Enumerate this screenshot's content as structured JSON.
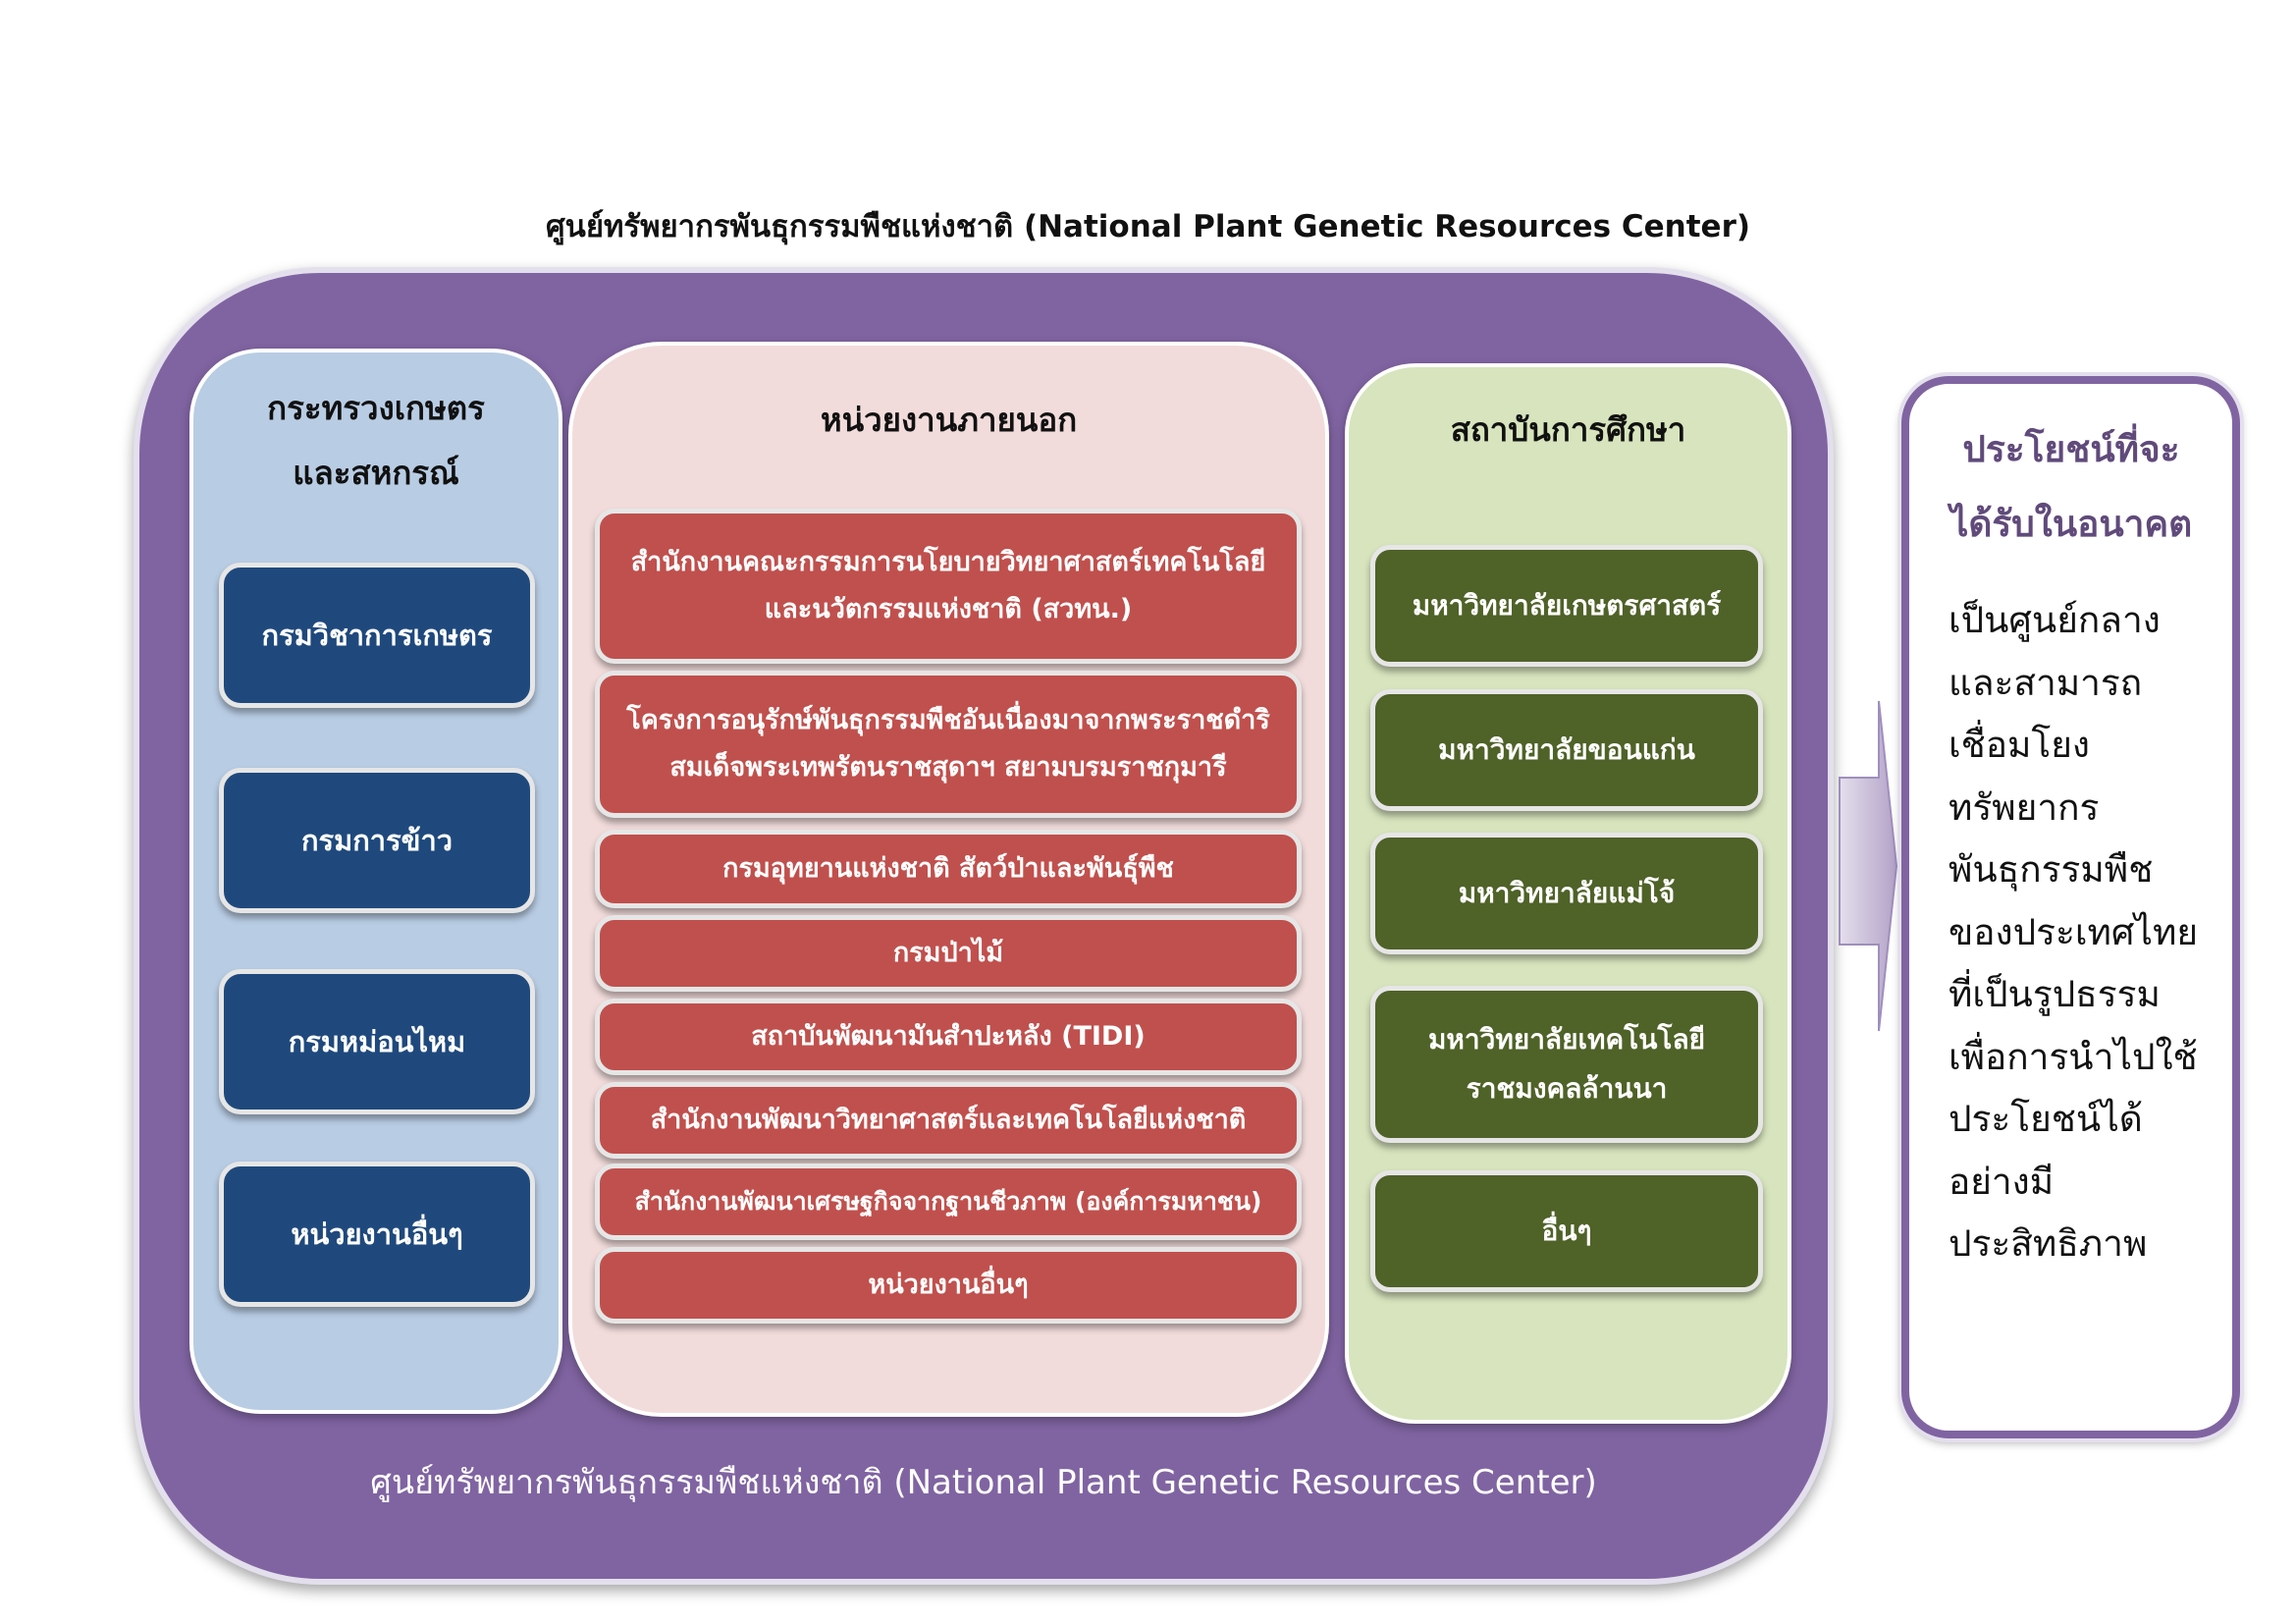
{
  "diagram": {
    "title": "ศูนย์ทรัพยากรพันธุกรรมพืชแห่งชาติ (National Plant Genetic Resources Center)",
    "center_label": "ศูนย์ทรัพยากรพันธุกรรมพืชแห่งชาติ (National Plant Genetic Resources Center)",
    "colors": {
      "outer": "#8064a2",
      "ministry_panel": "#b8cce4",
      "ministry_box": "#1f497d",
      "external_panel": "#f2dcdb",
      "external_box": "#c0504d",
      "education_panel": "#d7e4bd",
      "education_box": "#4f6228",
      "benefit_title": "#604a7b"
    },
    "ministry": {
      "title_line1": "กระทรวงเกษตร",
      "title_line2": "และสหกรณ์",
      "items": [
        "กรมวิชาการเกษตร",
        "กรมการข้าว",
        "กรมหม่อนไหม",
        "หน่วยงานอื่นๆ"
      ]
    },
    "external": {
      "title": "หน่วยงานภายนอก",
      "items": [
        {
          "line1": "สำนักงานคณะกรรมการนโยบายวิทยาศาสตร์เทคโนโลยี",
          "line2": "และนวัตกรรมแห่งชาติ (สวทน.)"
        },
        {
          "line1": "โครงการอนุรักษ์พันธุกรรมพืชอันเนื่องมาจากพระราชดำริ",
          "line2": "สมเด็จพระเทพรัตนราชสุดาฯ สยามบรมราชกุมารี"
        },
        {
          "line1": "กรมอุทยานแห่งชาติ สัตว์ป่าและพันธุ์พืช"
        },
        {
          "line1": "กรมป่าไม้"
        },
        {
          "line1": "สถาบันพัฒนามันสำปะหลัง (TIDI)"
        },
        {
          "line1": "สำนักงานพัฒนาวิทยาศาสตร์และเทคโนโลยีแห่งชาติ"
        },
        {
          "line1": "สำนักงานพัฒนาเศรษฐกิจจากฐานชีวภาพ (องค์การมหาชน)"
        },
        {
          "line1": "หน่วยงานอื่นๆ"
        }
      ]
    },
    "education": {
      "title": "สถาบันการศึกษา",
      "items": [
        {
          "line1": "มหาวิทยาลัยเกษตรศาสตร์"
        },
        {
          "line1": "มหาวิทยาลัยขอนแก่น"
        },
        {
          "line1": "มหาวิทยาลัยแม่โจ้"
        },
        {
          "line1": "มหาวิทยาลัยเทคโนโลยี",
          "line2": "ราชมงคลล้านนา"
        },
        {
          "line1": "อื่นๆ"
        }
      ]
    },
    "arrow_icon": "right-arrow-icon",
    "benefit": {
      "title_line1": "ประโยชน์ที่จะ",
      "title_line2": "ได้รับในอนาคต",
      "lines": [
        "เป็นศูนย์กลาง",
        "และสามารถ",
        "เชื่อมโยง",
        "ทรัพยากร",
        "พันธุกรรมพืช",
        "ของประเทศไทย",
        "ที่เป็นรูปธรรม",
        "เพื่อการนำไปใช้",
        "ประโยชน์ได้",
        "อย่างมี",
        "ประสิทธิภาพ"
      ]
    }
  }
}
